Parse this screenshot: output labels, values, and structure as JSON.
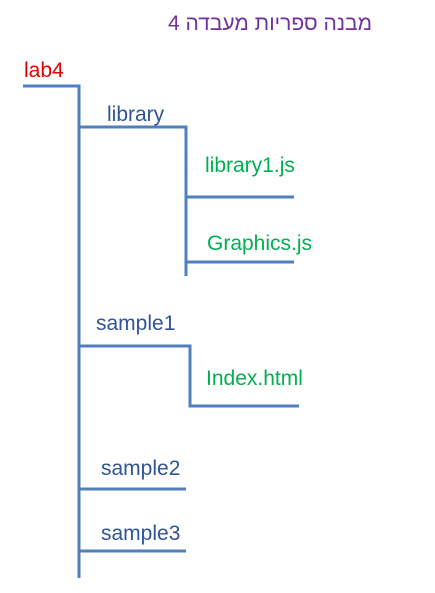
{
  "title": "מבנה ספריות מעבדה 4",
  "colors": {
    "title": "#7030a0",
    "root": "#e00000",
    "folder": "#2f5597",
    "file": "#00b050",
    "line": "#4f7fbd"
  },
  "tree": {
    "root": "lab4",
    "folders": [
      {
        "name": "library",
        "files": [
          "library1.js",
          "Graphics.js"
        ]
      },
      {
        "name": "sample1",
        "files": [
          "Index.html"
        ]
      },
      {
        "name": "sample2",
        "files": []
      },
      {
        "name": "sample3",
        "files": []
      }
    ]
  }
}
